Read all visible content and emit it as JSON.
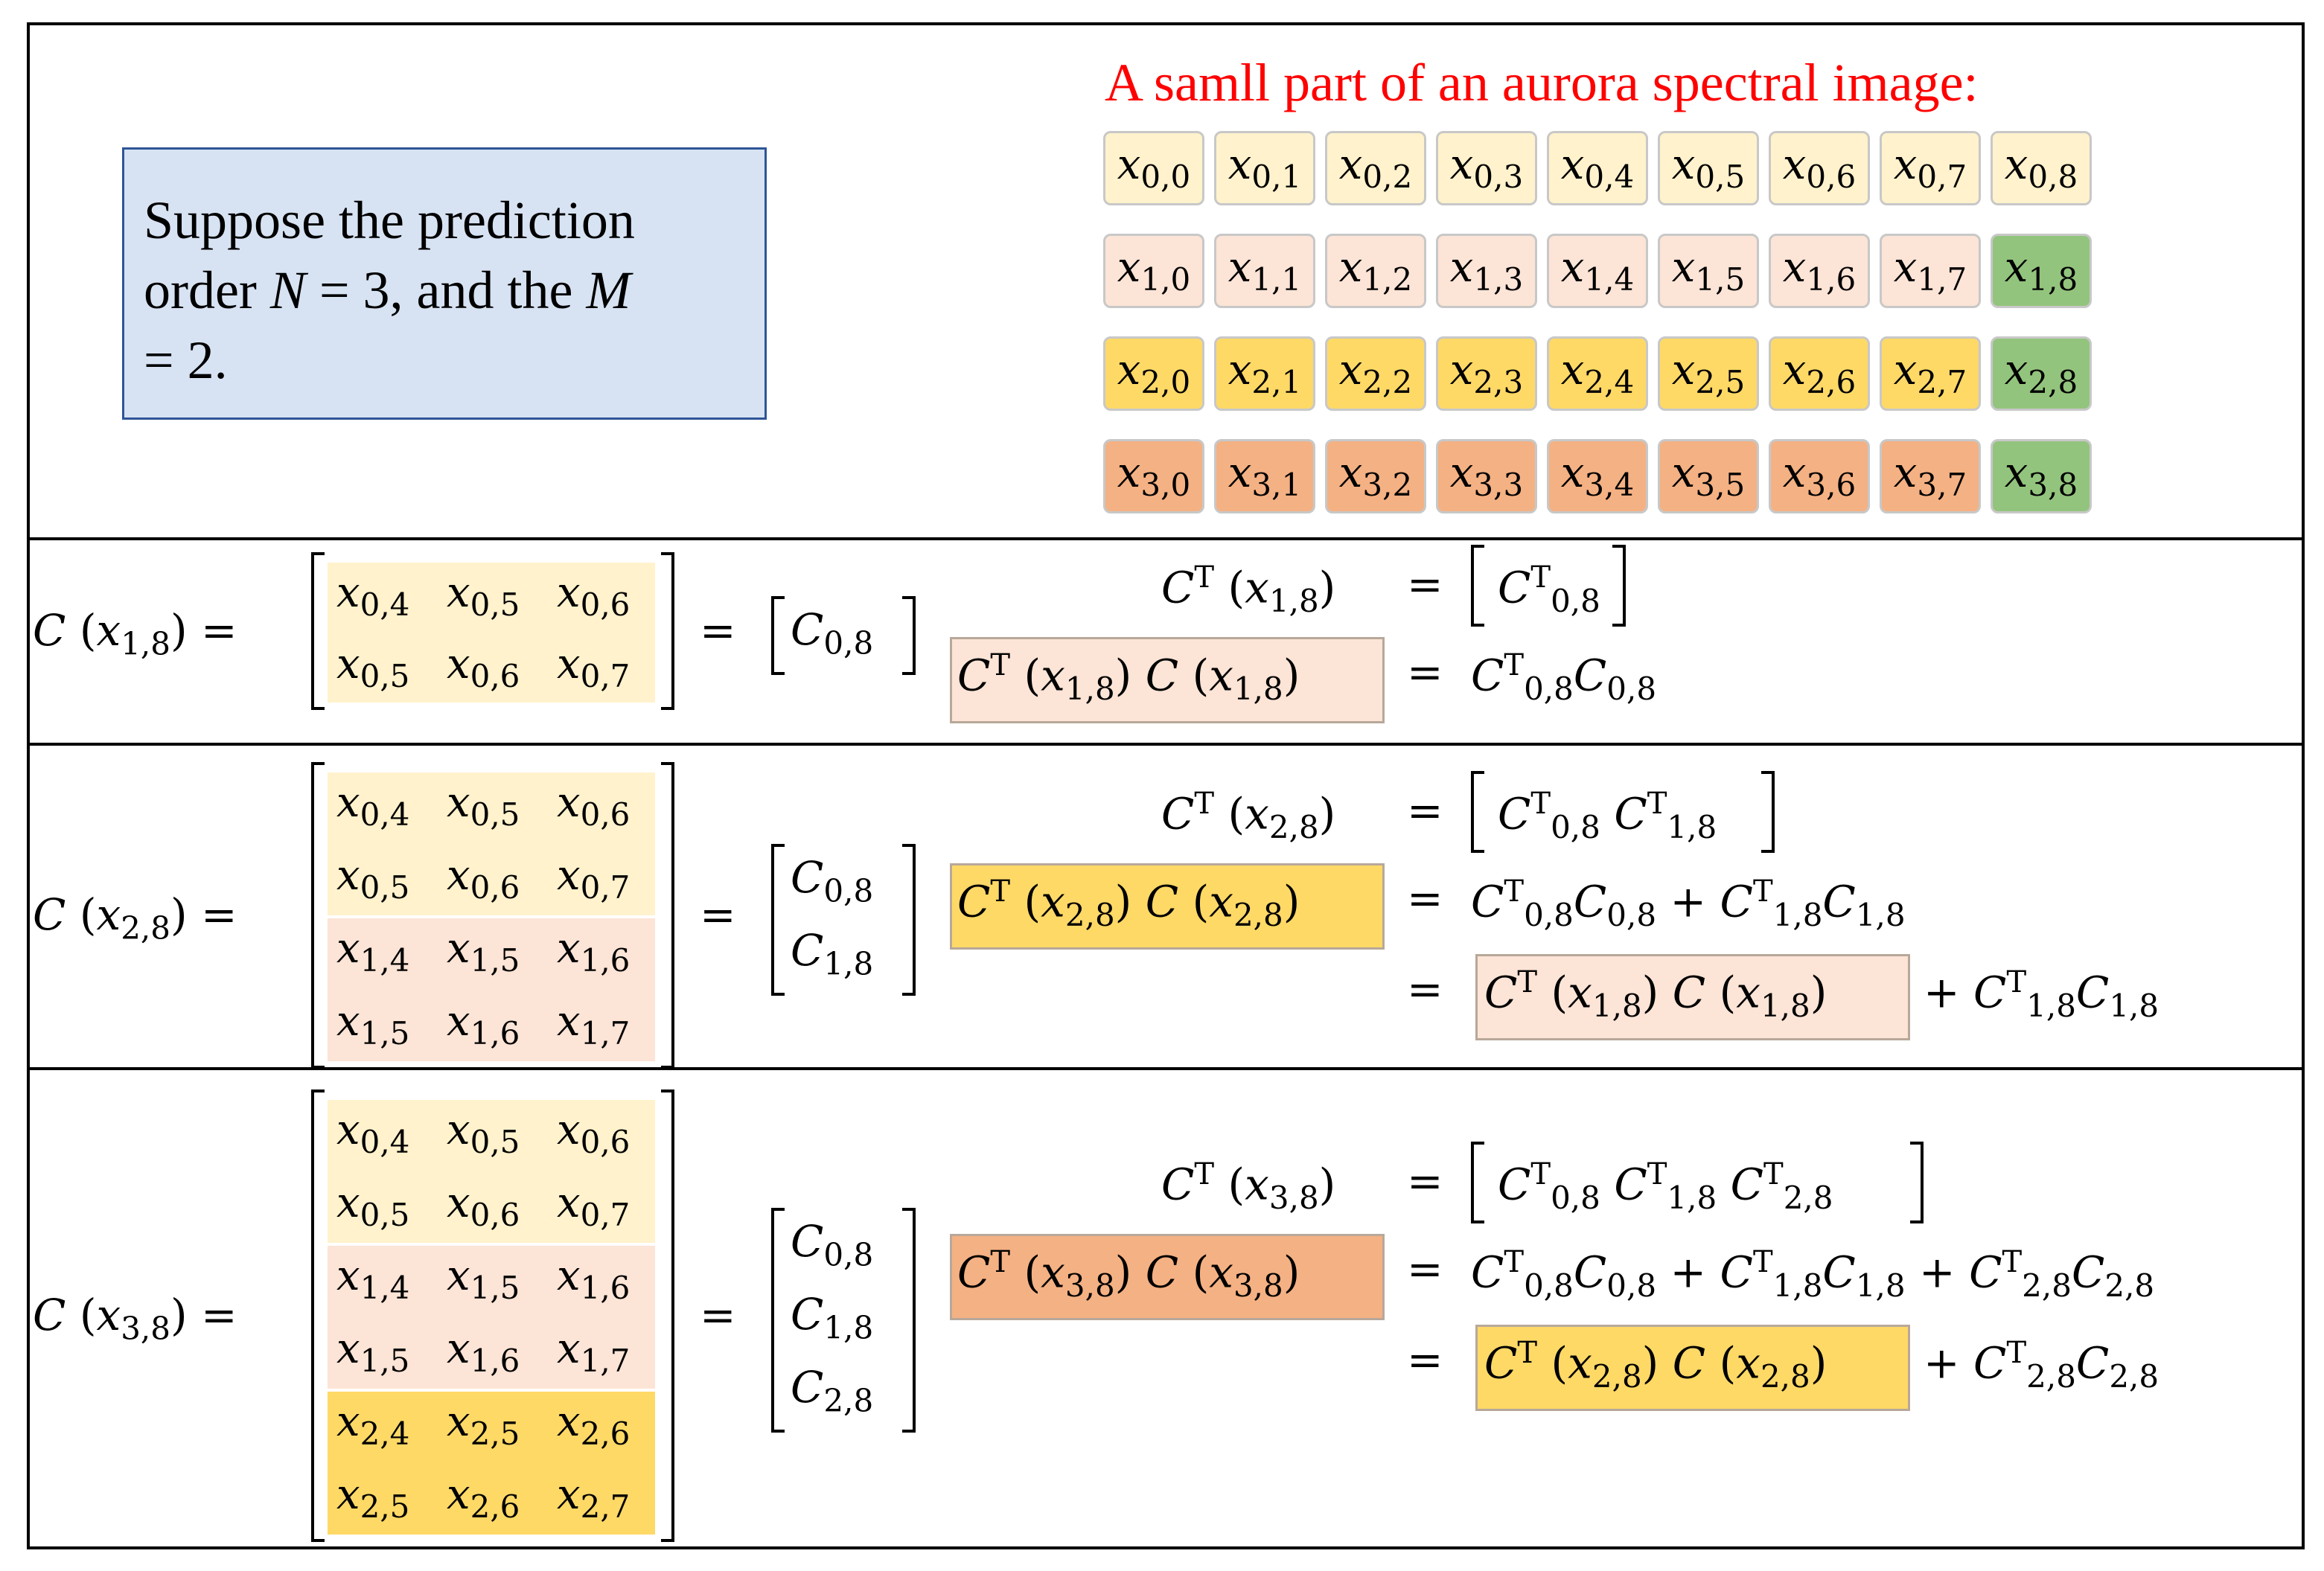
{
  "header": {
    "note_lines": [
      "Suppose the prediction",
      "order ",
      "N",
      " = 3, and the ",
      "M",
      "= 2."
    ],
    "image_title": "A samll part of an aurora spectral image:"
  },
  "grid": {
    "rows": [
      [
        "x0,0",
        "x0,1",
        "x0,2",
        "x0,3",
        "x0,4",
        "x0,5",
        "x0,6",
        "x0,7",
        "x0,8"
      ],
      [
        "x1,0",
        "x1,1",
        "x1,2",
        "x1,3",
        "x1,4",
        "x1,5",
        "x1,6",
        "x1,7",
        "x1,8"
      ],
      [
        "x2,0",
        "x2,1",
        "x2,2",
        "x2,3",
        "x2,4",
        "x2,5",
        "x2,6",
        "x2,7",
        "x2,8"
      ],
      [
        "x3,0",
        "x3,1",
        "x3,2",
        "x3,3",
        "x3,4",
        "x3,5",
        "x3,6",
        "x3,7",
        "x3,8"
      ]
    ],
    "row_colors": [
      "#fff2cc",
      "#fce4d6",
      "#ffd966",
      "#f4b183"
    ],
    "target_color": "#93c47d"
  },
  "sections": [
    {
      "lhs_var": "x",
      "lhs_sub": "1,8",
      "matrix_rows": [
        [
          "0,4",
          "0,5",
          "0,6"
        ],
        [
          "0,5",
          "0,6",
          "0,7"
        ]
      ],
      "vector": [
        "0,8"
      ],
      "ct_eq": [
        "0,8"
      ],
      "product_sub": "1,8",
      "sum_terms": [
        "0,8"
      ],
      "recursive": null
    },
    {
      "lhs_var": "x",
      "lhs_sub": "2,8",
      "matrix_rows": [
        [
          "0,4",
          "0,5",
          "0,6"
        ],
        [
          "0,5",
          "0,6",
          "0,7"
        ],
        [
          "1,4",
          "1,5",
          "1,6"
        ],
        [
          "1,5",
          "1,6",
          "1,7"
        ]
      ],
      "vector": [
        "0,8",
        "1,8"
      ],
      "ct_eq": [
        "0,8",
        "1,8"
      ],
      "product_sub": "2,8",
      "sum_terms": [
        "0,8",
        "1,8"
      ],
      "recursive": {
        "prev_sub": "1,8",
        "add_sub": "1,8"
      }
    },
    {
      "lhs_var": "x",
      "lhs_sub": "3,8",
      "matrix_rows": [
        [
          "0,4",
          "0,5",
          "0,6"
        ],
        [
          "0,5",
          "0,6",
          "0,7"
        ],
        [
          "1,4",
          "1,5",
          "1,6"
        ],
        [
          "1,5",
          "1,6",
          "1,7"
        ],
        [
          "2,4",
          "2,5",
          "2,6"
        ],
        [
          "2,5",
          "2,6",
          "2,7"
        ]
      ],
      "vector": [
        "0,8",
        "1,8",
        "2,8"
      ],
      "ct_eq": [
        "0,8",
        "1,8",
        "2,8"
      ],
      "product_sub": "3,8",
      "sum_terms": [
        "0,8",
        "1,8",
        "2,8"
      ],
      "recursive": {
        "prev_sub": "2,8",
        "add_sub": "2,8"
      }
    }
  ],
  "symbols": {
    "C": "C",
    "T": "T",
    "x": "x",
    "eq": "=",
    "plus": "+"
  }
}
